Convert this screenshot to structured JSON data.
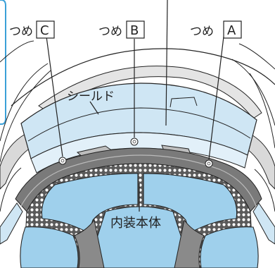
{
  "labels": {
    "claw_c_prefix": "つめ",
    "claw_c_letter": "C",
    "claw_b_prefix": "つめ",
    "claw_b_letter": "B",
    "claw_a_prefix": "つめ",
    "claw_a_letter": "A",
    "shield": "シールド",
    "inner_body": "内装本体"
  },
  "colors": {
    "shield_fill": "#cfe6f4",
    "inner_fill": "#9fd0ec",
    "gasket_dark": "#6f6f6f",
    "gasket_mid": "#9a9a9a",
    "shell_grey": "#d9d9d9",
    "dotted_bg": "#5a5a5a",
    "outline": "#222222",
    "callout_border": "#3aa0d8"
  }
}
